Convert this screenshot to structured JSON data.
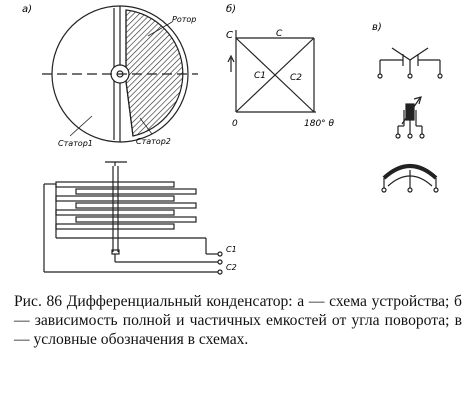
{
  "panels": {
    "a": {
      "label": "а)",
      "rotor_label": "Ротор",
      "stator1_label": "Статор1",
      "stator2_label": "Статор2",
      "terminal1_label": "С1",
      "terminal2_label": "С2"
    },
    "b": {
      "label": "б)",
      "y_axis_label": "С",
      "x_start_label": "0",
      "x_end_label": "180° θ",
      "total_label": "С",
      "c1_label": "С1",
      "c2_label": "С2"
    },
    "c": {
      "label": "в)"
    }
  },
  "caption": "Рис. 86 Дифференциальный конденсатор: а — схема устройства; б — зависимость полной и частичных емкостей от угла поворота; в — условные обозначения в схемах."
}
